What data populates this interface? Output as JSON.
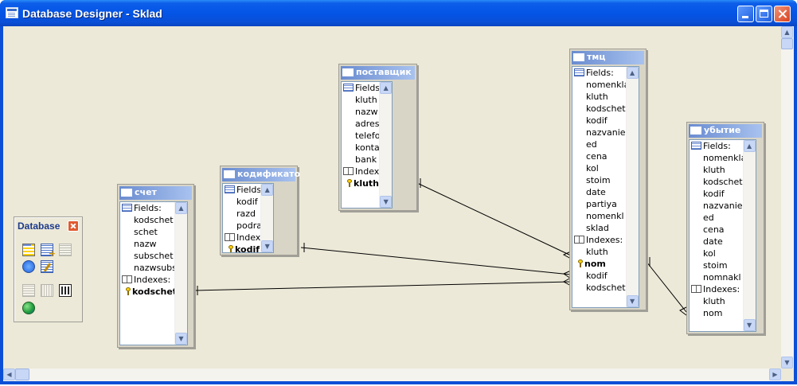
{
  "window": {
    "title": "Database Designer - Sklad",
    "controls": [
      "minimize",
      "maximize",
      "close"
    ]
  },
  "palette": {
    "title": "Database",
    "tools": [
      "add-table-icon",
      "add-field-icon",
      "delete-field-icon",
      "add-link-icon",
      "edit-table-icon",
      "disabled-tool-icon",
      "disabled-tool-icon",
      "calculator-icon",
      "globe-icon"
    ]
  },
  "tables": {
    "schet": {
      "name": "счет",
      "fields_label": "Fields:",
      "fields": [
        "kodschet",
        "schet",
        "nazw",
        "subschet",
        "nazwsubsch"
      ],
      "indexes_label": "Indexes:",
      "indexes": [
        "kodschet"
      ]
    },
    "kodifikator": {
      "name": "кодификато",
      "fields_label": "Fields:",
      "fields": [
        "kodif",
        "razd",
        "podrazd"
      ],
      "indexes_label": "Indexes:",
      "indexes": [
        "kodif"
      ]
    },
    "postavshik": {
      "name": "поставщик",
      "fields_label": "Fields:",
      "fields": [
        "kluth",
        "nazw",
        "adres",
        "telefon",
        "kontact",
        "bank"
      ],
      "indexes_label": "Indexes:",
      "indexes": [
        "kluth"
      ]
    },
    "tmc": {
      "name": "тмц",
      "fields_label": "Fields:",
      "fields": [
        "nomenklatu",
        "kluth",
        "kodschet",
        "kodif",
        "nazvanie",
        "ed",
        "cena",
        "kol",
        "stoim",
        "date",
        "partiya",
        "nomenkl",
        "sklad"
      ],
      "indexes_label": "Indexes:",
      "indexes": [
        "kluth",
        "nom",
        "kodif",
        "kodschet"
      ]
    },
    "ubytie": {
      "name": "убытие",
      "fields_label": "Fields:",
      "fields": [
        "nomenklatu",
        "kluth",
        "kodschet",
        "kodif",
        "nazvanie",
        "ed",
        "cena",
        "date",
        "kol",
        "stoim",
        "nomnakl"
      ],
      "indexes_label": "Indexes:",
      "indexes": [
        "kluth",
        "nom"
      ]
    }
  }
}
